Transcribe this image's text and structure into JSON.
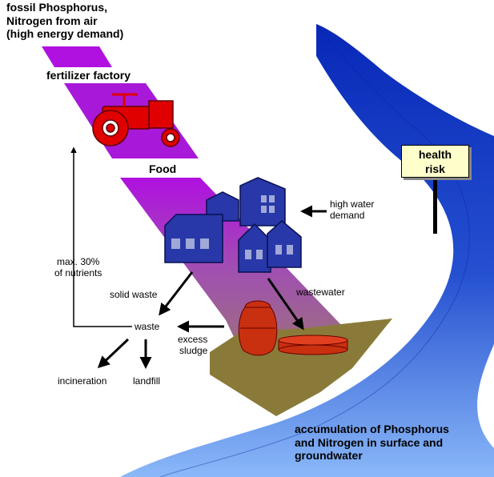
{
  "title_block": {
    "line1": "fossil Phosphorus,",
    "line2": "Nitrogen from air",
    "line3": "(high energy demand)"
  },
  "stages": {
    "factory": "fertilizer factory",
    "food": "Food"
  },
  "labels": {
    "high_water_1": "high water",
    "high_water_2": "demand",
    "max_1": "max. 30%",
    "max_2": "of nutrients",
    "solid_waste": "solid waste",
    "wastewater": "wastewater",
    "waste": "waste",
    "excess_1": "excess",
    "excess_2": "sludge",
    "incineration": "incineration",
    "landfill": "landfill"
  },
  "sign": {
    "line1": "health",
    "line2": "risk"
  },
  "accumulation": {
    "line1": "accumulation of Phosphorus",
    "line2": "and Nitrogen in surface and",
    "line3": "groundwater"
  },
  "colors": {
    "band_top": "#a010d0",
    "band_mid": "#b070a0",
    "band_bottom": "#8a7040",
    "river_dark": "#1030c0",
    "river_light": "#6aa0f0",
    "house": "#2838a8",
    "tractor": "#e00000",
    "tank": "#c83010",
    "sign_bg": "#ffffcc"
  },
  "icons": [
    "tractor-icon",
    "house-icon",
    "digester-tank-icon",
    "sedimentation-basin-icon",
    "signpost-icon"
  ]
}
